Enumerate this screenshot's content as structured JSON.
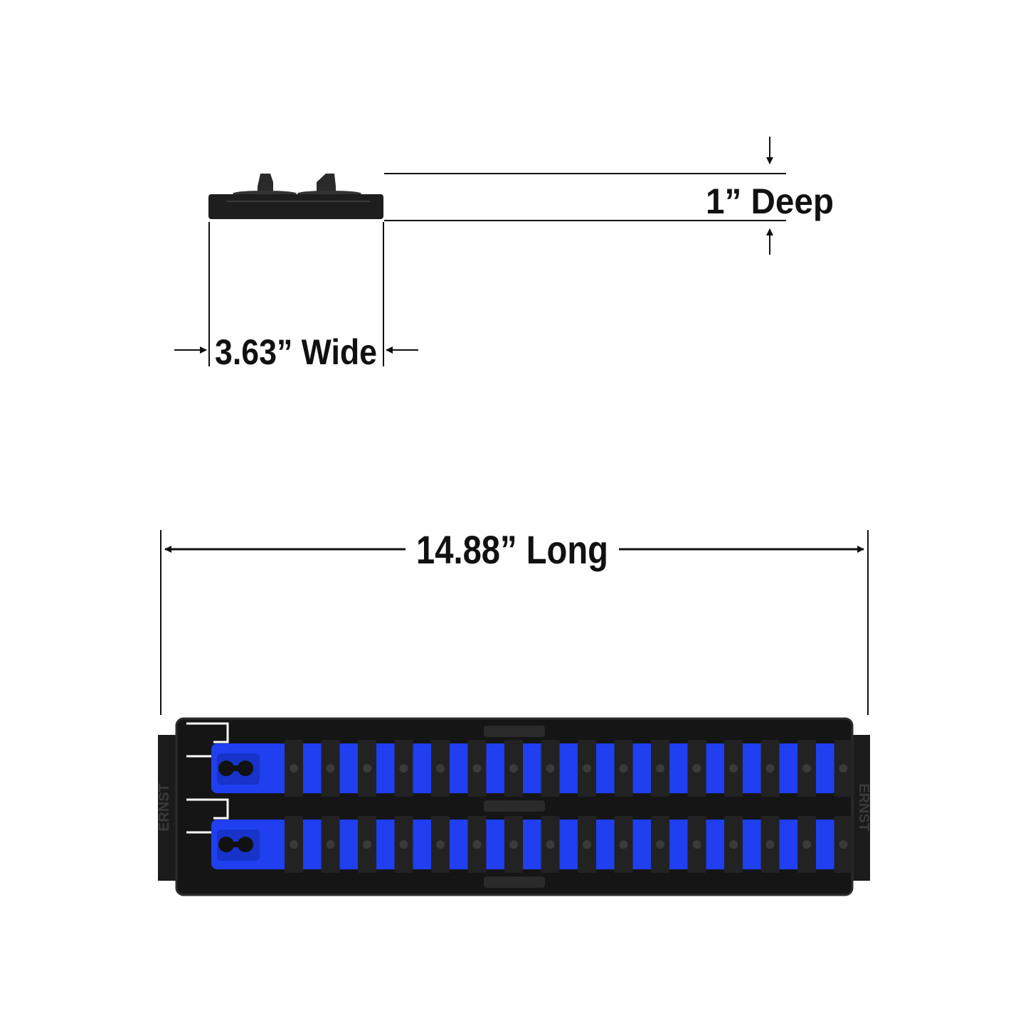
{
  "dimensions": {
    "depth_label": "1” Deep",
    "width_label": "3.63” Wide",
    "length_label": "14.88” Long"
  },
  "product": {
    "brand_logo": "ERNST",
    "rail_count": 2,
    "clips_per_rail": 16
  },
  "colors": {
    "rail": "#1f3ff0",
    "tray": "#151515",
    "clip": "#222222",
    "line": "#111111"
  }
}
